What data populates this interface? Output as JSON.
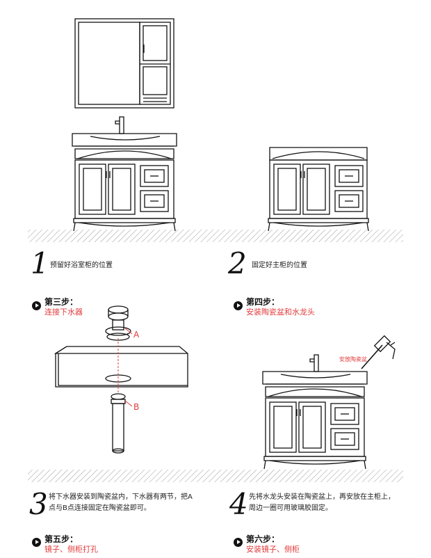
{
  "colors": {
    "accent": "#e23b3b",
    "ink": "#111111",
    "hatch": "#9a9a9a"
  },
  "steps": [
    {
      "number": "1",
      "caption": "预留好浴室柜的位置"
    },
    {
      "number": "2",
      "caption": "固定好主柜的位置"
    },
    {
      "number": "3",
      "title": "第三步：",
      "subtitle": "连接下水器",
      "caption_lines": [
        "将下水器安装到陶瓷盆内，下水器有两节，把A",
        "点与B点连接固定在陶瓷盆即可。"
      ]
    },
    {
      "number": "4",
      "title": "第四步：",
      "subtitle": "安装陶瓷盆和水龙头",
      "caption_lines": [
        "先将水龙头安装在陶瓷盆上，再安放在主柜上，",
        "周边一圈可用玻璃胶固定。"
      ]
    },
    {
      "title": "第五步：",
      "subtitle": "镜子、侧柜打孔"
    },
    {
      "title": "第六步：",
      "subtitle": "安装镜子、侧柜"
    }
  ],
  "labels": {
    "point_a": "A",
    "point_b": "B",
    "glue_gun": "安放陶瓷盆"
  },
  "icons": [
    "play-circle-icon"
  ]
}
